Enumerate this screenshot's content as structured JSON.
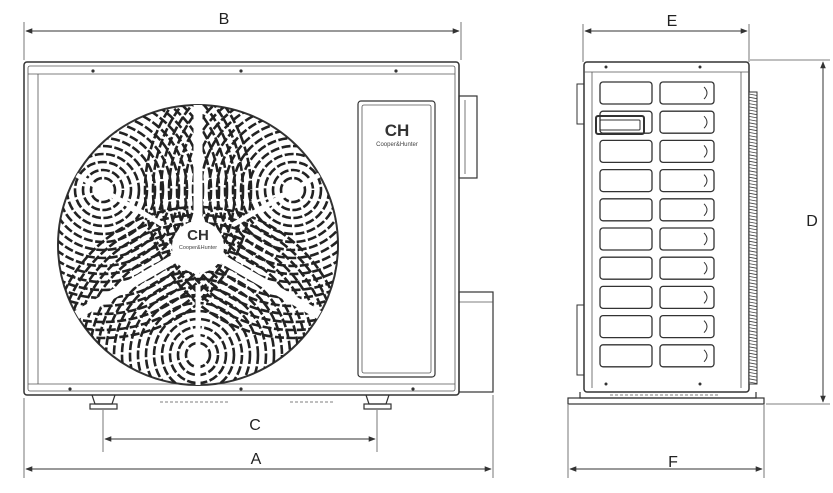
{
  "dimensions": {
    "a": "A",
    "b": "B",
    "c": "C",
    "d": "D",
    "e": "E",
    "f": "F"
  },
  "brand": {
    "logo": "CH",
    "name": "Cooper&Hunter"
  },
  "colors": {
    "line": "#333333",
    "fill": "#ffffff"
  }
}
